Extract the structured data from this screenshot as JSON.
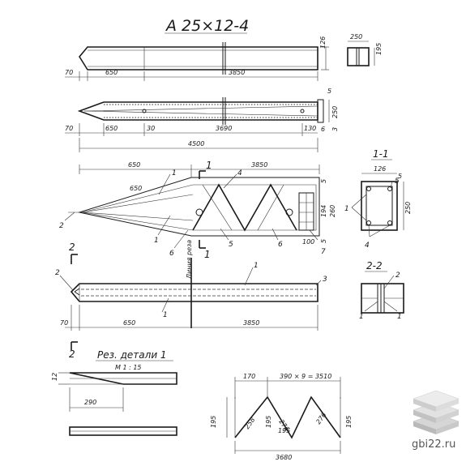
{
  "title": "А 25×12-4",
  "dims": {
    "d70": "70",
    "d650": "650",
    "d3850": "3850",
    "d3690": "3690",
    "d30": "30",
    "d130": "130",
    "d4500": "4500",
    "d126": "126",
    "d250": "250",
    "d195": "195",
    "d5": "5",
    "d6": "6",
    "d3": "3",
    "d194": "194",
    "d260": "260",
    "d100": "100",
    "d12": "12",
    "d290": "290",
    "d170": "170",
    "d390x9": "390 × 9 = 3510",
    "d258": "258",
    "d276": "276",
    "d3680": "3680"
  },
  "callouts": [
    "1",
    "2",
    "3",
    "4",
    "5",
    "6",
    "7"
  ],
  "section_labels": {
    "s11": "1-1",
    "s22": "2-2",
    "cut1": "1",
    "cut2": "2"
  },
  "cut_line_label": "Линия реза",
  "detail": {
    "title": "Рез. детали 1",
    "scale": "М 1 : 15"
  },
  "watermark": "gbi22.ru"
}
